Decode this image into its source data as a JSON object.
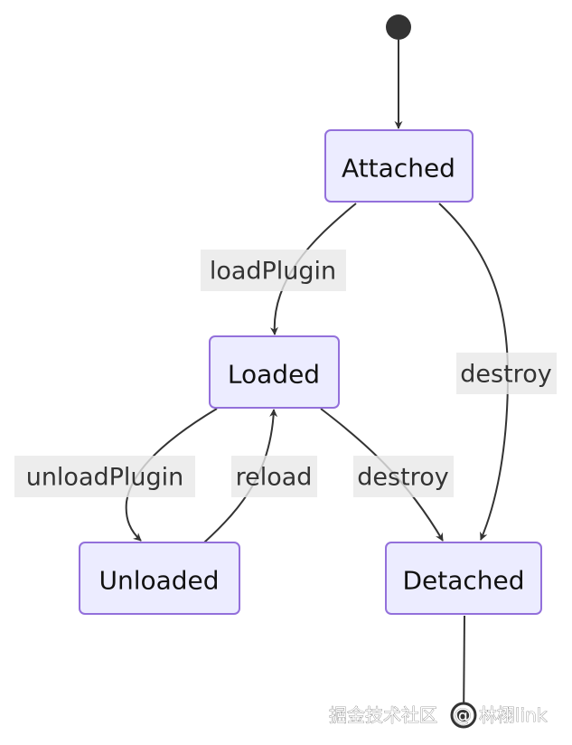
{
  "states": {
    "attached": "Attached",
    "loaded": "Loaded",
    "unloaded": "Unloaded",
    "detached": "Detached"
  },
  "transitions": {
    "load_plugin": "loadPlugin",
    "destroy_from_attached": "destroy",
    "unload_plugin": "unloadPlugin",
    "reload": "reload",
    "destroy_from_loaded": "destroy"
  },
  "watermark": {
    "left": "掘金技术社区",
    "at": "@",
    "right": "林栩link"
  },
  "colors": {
    "state_fill": "#ECECFF",
    "state_stroke": "#9370DB",
    "edge": "#333333",
    "label_background": "#E8E8E8",
    "node_marker": "#333333"
  }
}
